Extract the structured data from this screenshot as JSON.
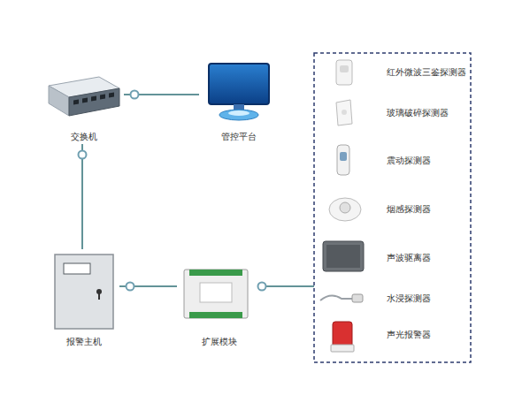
{
  "diagram": {
    "nodes": [
      {
        "text": [
          "交换机"
        ]
      },
      {
        "text": [
          "管控平台"
        ]
      },
      {
        "text": [
          "报警主机"
        ]
      },
      {
        "text": [
          "扩展模块"
        ]
      },
      {
        "text": [
          "红外微波三鉴探测器"
        ]
      },
      {
        "text": [
          "玻璃破碎探测器"
        ]
      },
      {
        "text": [
          "震动探测器"
        ]
      },
      {
        "text": [
          "烟感探测器"
        ]
      },
      {
        "text": [
          "声波驱离器"
        ]
      },
      {
        "text": [
          "水浸探测器"
        ]
      },
      {
        "text": [
          "声光报警器"
        ]
      }
    ],
    "edges": [
      {
        "from": 0,
        "to": 1,
        "arrow": "none"
      },
      {
        "from": 0,
        "to": 2,
        "arrow": "none"
      },
      {
        "from": 2,
        "to": 3,
        "arrow": "none"
      }
    ]
  }
}
